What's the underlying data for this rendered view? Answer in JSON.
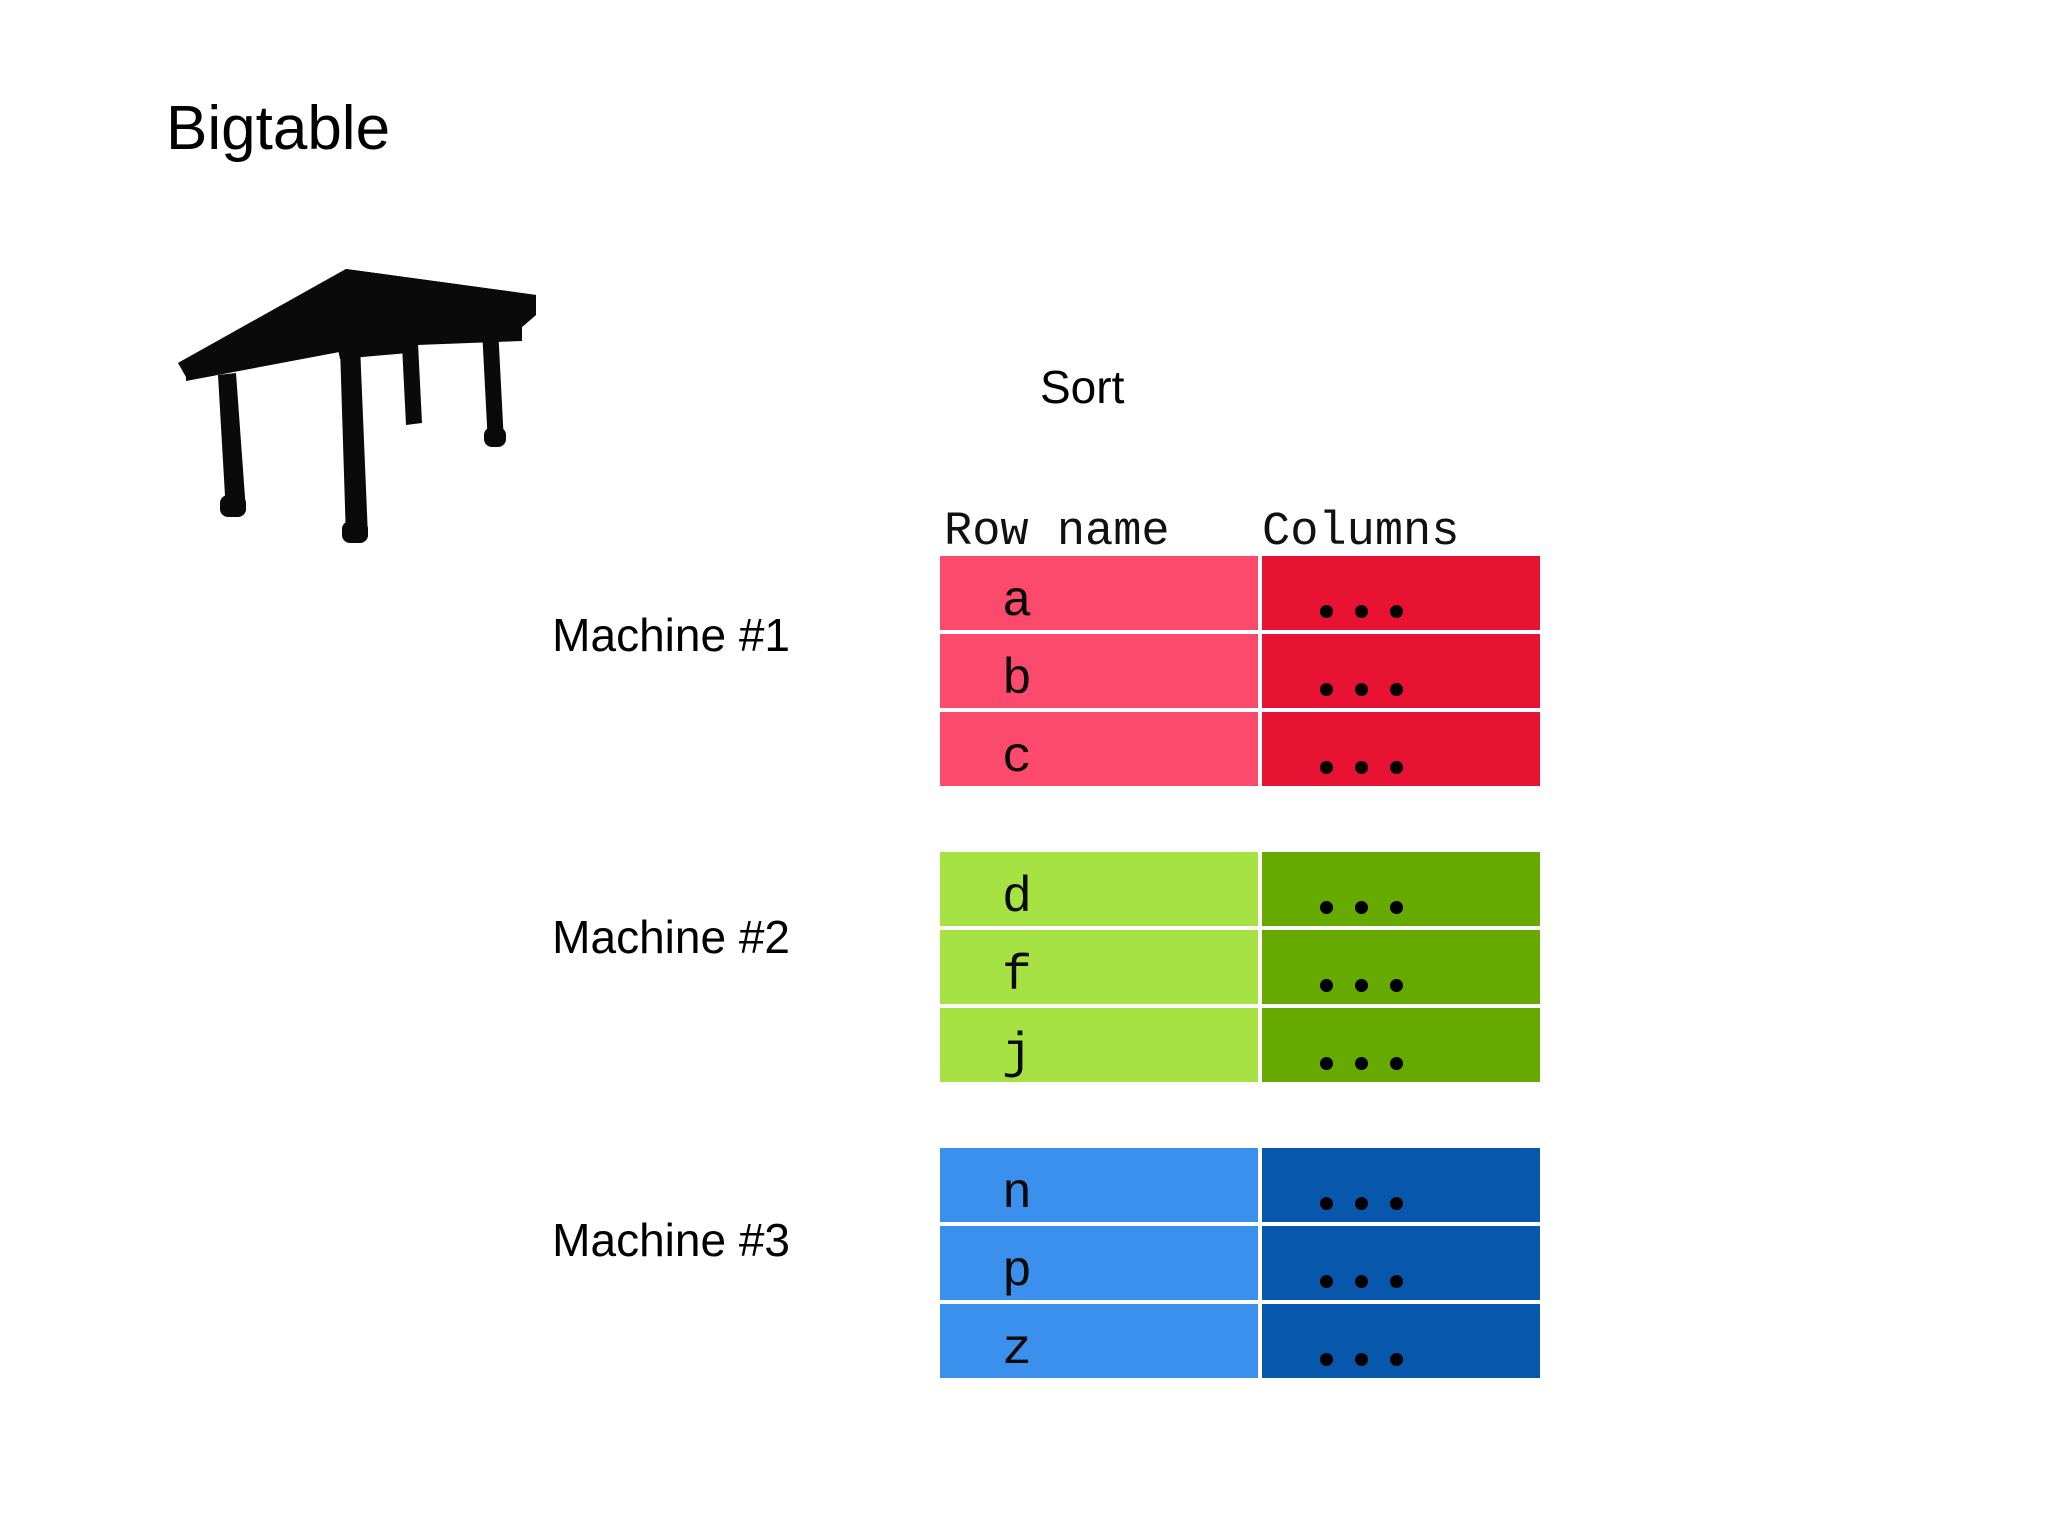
{
  "slide": {
    "title": "Bigtable",
    "background_color": "#ffffff"
  },
  "illustration": {
    "name": "table-furniture-silhouette",
    "color": "#0a0a0a"
  },
  "sort_label": "Sort",
  "grid": {
    "headers": {
      "row_name": "Row name",
      "columns": "Columns"
    },
    "ellipsis_dot_count": 3,
    "machines": [
      {
        "label": "Machine #1",
        "key_color": "#fb4a6b",
        "value_color": "#e81232",
        "rows": [
          {
            "key": "a",
            "columns": "..."
          },
          {
            "key": "b",
            "columns": "..."
          },
          {
            "key": "c",
            "columns": "..."
          }
        ]
      },
      {
        "label": "Machine #2",
        "key_color": "#a6e342",
        "value_color": "#66aa00",
        "rows": [
          {
            "key": "d",
            "columns": "..."
          },
          {
            "key": "f",
            "columns": "..."
          },
          {
            "key": "j",
            "columns": "..."
          }
        ]
      },
      {
        "label": "Machine #3",
        "key_color": "#3b90ee",
        "value_color": "#0758ac",
        "rows": [
          {
            "key": "n",
            "columns": "..."
          },
          {
            "key": "p",
            "columns": "..."
          },
          {
            "key": "z",
            "columns": "..."
          }
        ]
      }
    ]
  }
}
